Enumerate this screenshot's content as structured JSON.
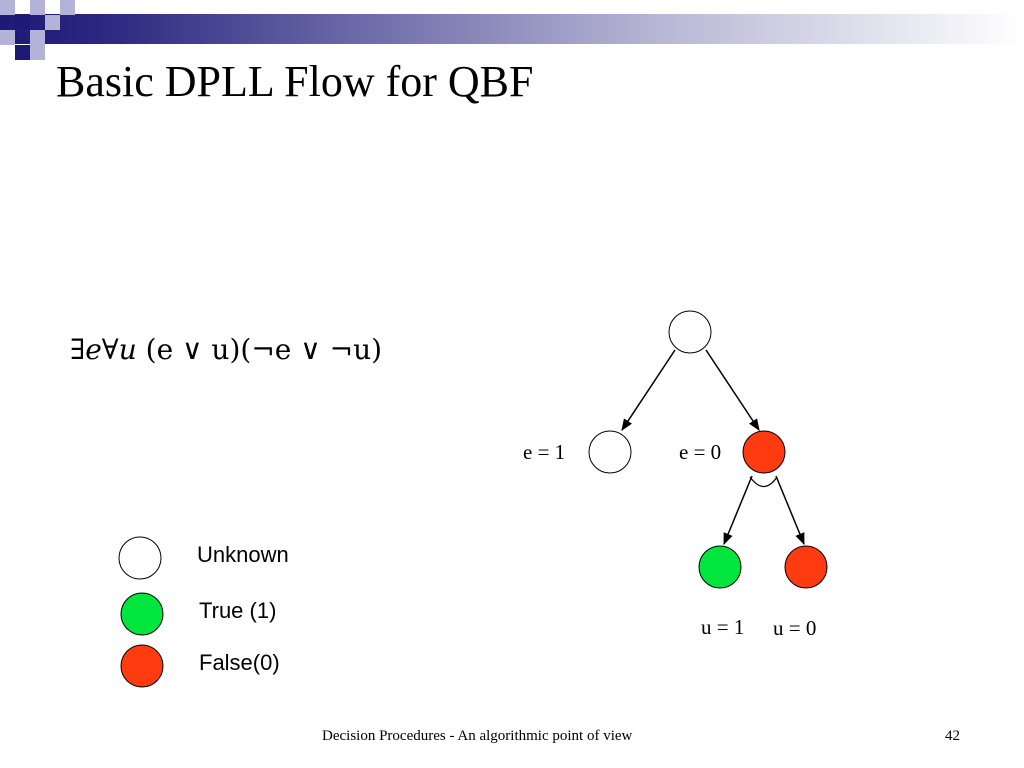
{
  "slide": {
    "title": "Basic DPLL Flow for QBF",
    "footer_text": "Decision Procedures - An algorithmic point of view",
    "page_number": "42"
  },
  "formula": {
    "exists": "∃",
    "var1": "e",
    "forall": "∀",
    "var2": "u",
    "clause1": "(e ∨ u)",
    "clause2": "(¬e ∨ ¬u)"
  },
  "legend": {
    "unknown": "Unknown",
    "true": "True (1)",
    "false": "False(0)"
  },
  "tree": {
    "e1": "e = 1",
    "e0": "e = 0",
    "u1": "u = 1",
    "u0": "u = 0"
  },
  "colors": {
    "unknown": "#ffffff",
    "true": "#00e63c",
    "false": "#ff3b0f",
    "title_bar": "#1c1a74",
    "accent_square": "#b3b2d9"
  }
}
